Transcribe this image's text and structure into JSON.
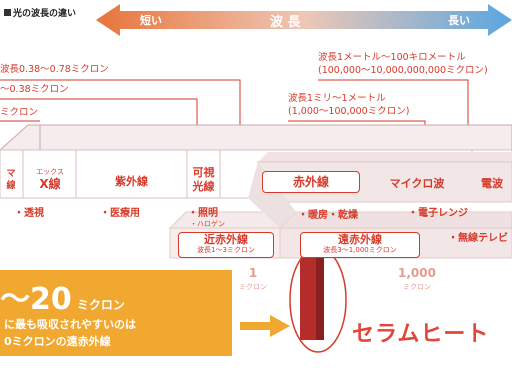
{
  "legend": {
    "title": "光の波長の違い"
  },
  "arrow": {
    "short": "短い",
    "center": "波 長",
    "long": "長い"
  },
  "ranges": {
    "visible": "波長0.38～0.78ミクロン",
    "uv": "～0.38ミクロン",
    "third": "ミクロン",
    "micro_top": "波長1メートル～100キロメートル",
    "micro_top_sub": "(100,000～10,000,000,000ミクロン)",
    "ir_top": "波長1ミリ～1メートル",
    "ir_top_sub": "(1,000～100,000ミクロン)"
  },
  "spectrum": {
    "gamma_a": "マ",
    "gamma_b": "線",
    "xray_small": "エックス",
    "xray": "X線",
    "uv": "紫外線",
    "visible_a": "可視",
    "visible_b": "光線",
    "infrared": "赤外線",
    "microwave": "マイクロ波",
    "radio": "電波"
  },
  "uses": {
    "xray": "・透視",
    "uv": "・医療用",
    "visible": "・照明",
    "visible_sub": "・ハロゲン",
    "infrared": "・暖房・乾燥",
    "microwave": "・電子レンジ",
    "radio": "・無線テレビ"
  },
  "sub_bands": {
    "near_name": "近赤外線",
    "near_range": "波長1～3ミクロン",
    "far_name": "遠赤外線",
    "far_range": "波長3～1,000ミクロン"
  },
  "scale": {
    "one": "1",
    "one_unit": "ミクロン",
    "thousand": "1,000",
    "thousand_unit": "ミクロン"
  },
  "callout": {
    "big": "～20",
    "unit": "ミクロン",
    "line1": "に最も吸収されやすいのは",
    "line2": "0ミクロンの遠赤外線"
  },
  "product": {
    "name": "セラムヒート"
  },
  "colors": {
    "accent": "#d63a2a",
    "orange": "#f0a830",
    "arrow_blue": "#5aa6e0"
  }
}
